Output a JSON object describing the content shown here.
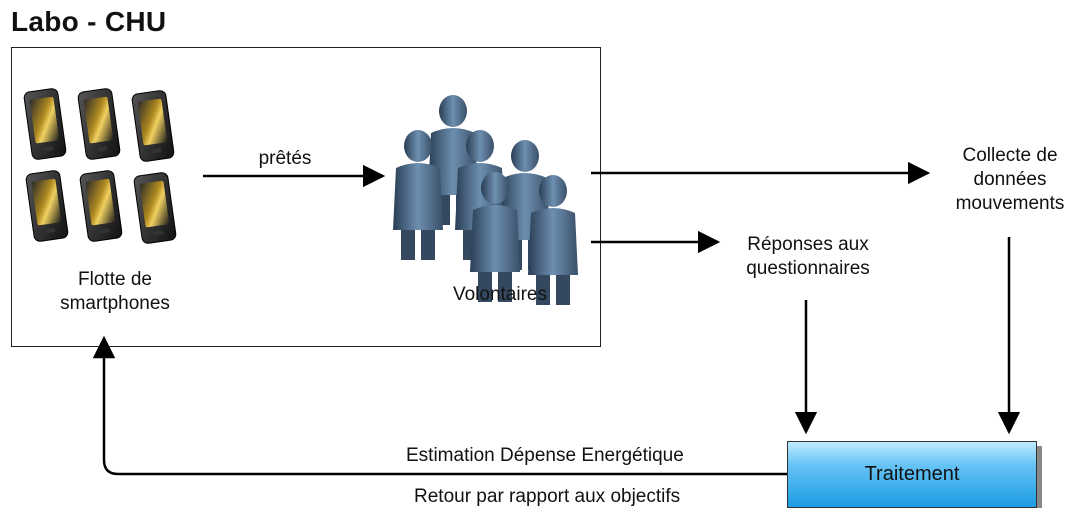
{
  "diagram": {
    "title": "Labo - CHU",
    "fleet_label": "Flotte de\nsmartphones",
    "lent_label": "prêtés",
    "volunteers_label": "Volontaires",
    "collect_label": "Collecte de\ndonnées\nmouvements",
    "responses_label": "Réponses aux\nquestionnaires",
    "estimation_label": "Estimation Dépense Energétique",
    "feedback_label": "Retour par rapport aux objectifs",
    "processing_label": "Traitement",
    "icons": [
      "smartphone-icon",
      "person-icon"
    ],
    "colors": {
      "processing_top": "#bfeaff",
      "processing_bottom": "#1c9be3",
      "person": "#4a6a8a"
    }
  }
}
